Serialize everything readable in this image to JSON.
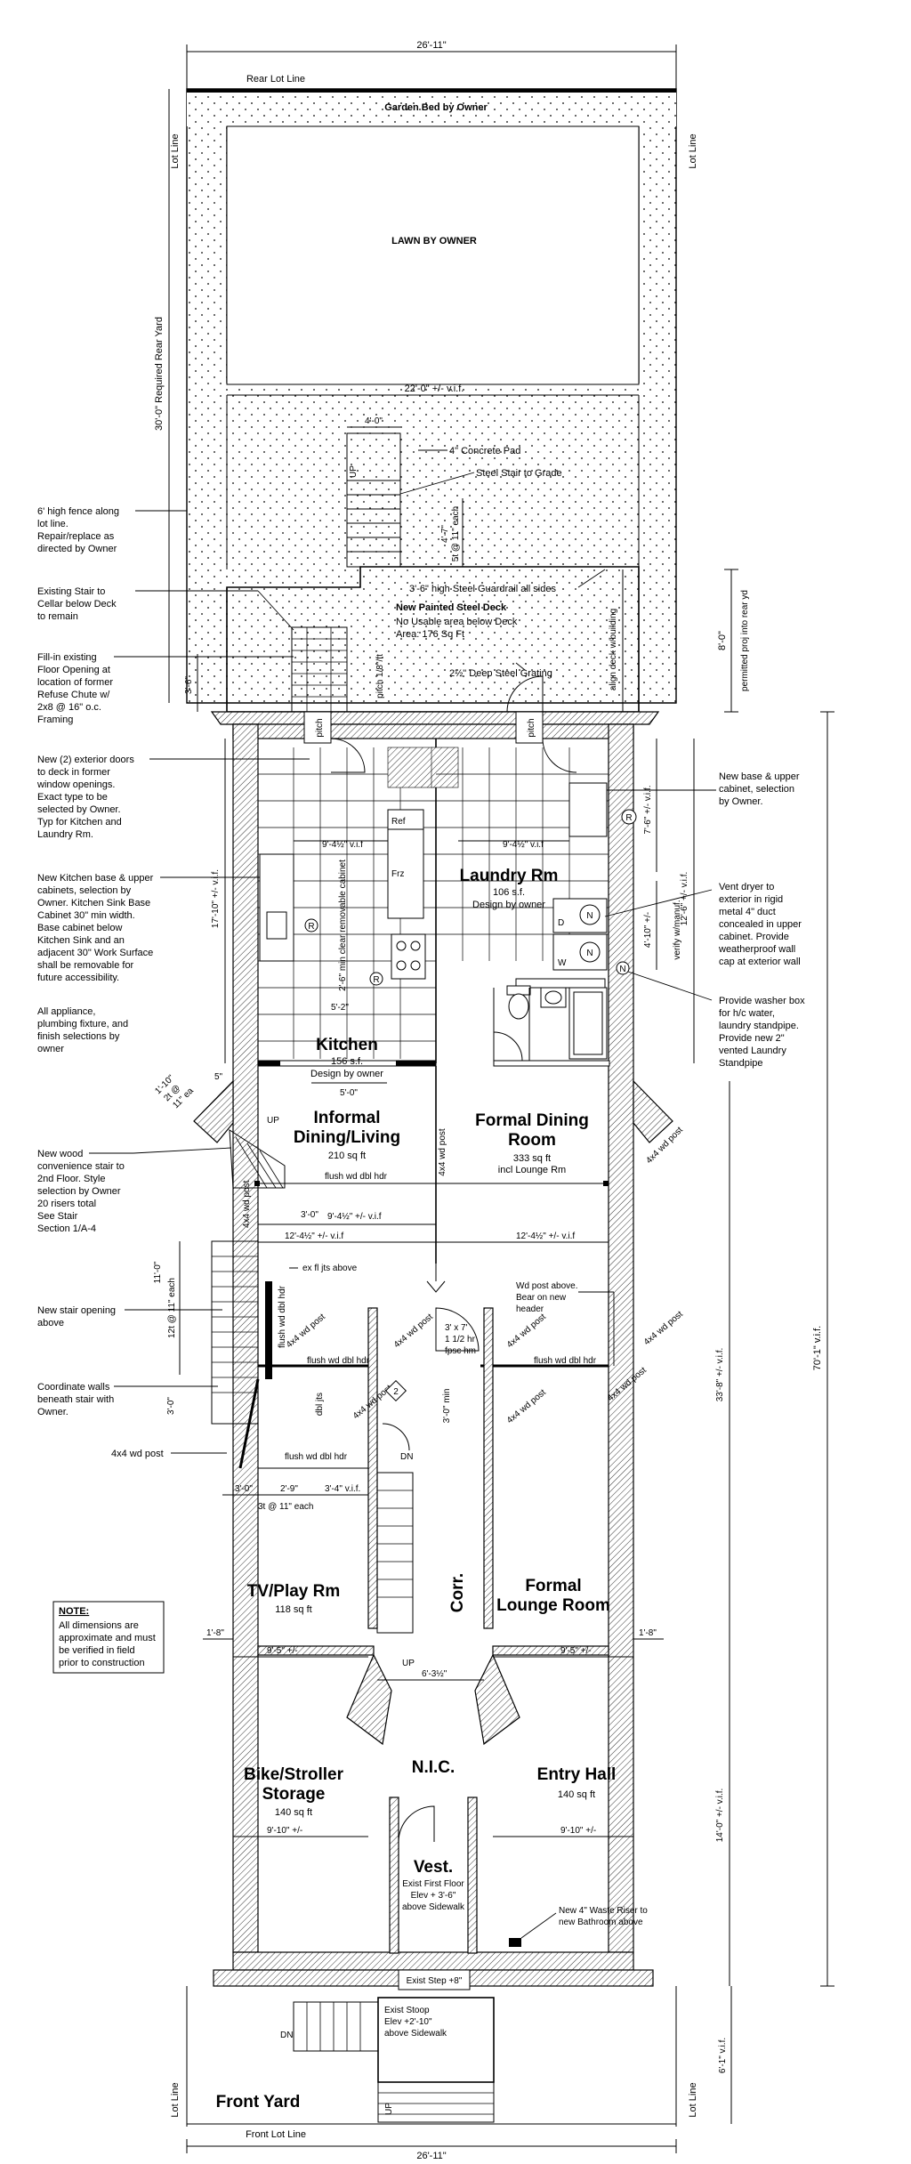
{
  "overall": {
    "width_top": "26'-11\"",
    "width_bottom": "26'-11\"",
    "rear_lot_line": "Rear Lot Line",
    "front_lot_line": "Front Lot Line",
    "lot_line": "Lot Line",
    "garden_bed": "Garden Bed by Owner",
    "lawn": "LAWN BY OWNER",
    "required_rear_yard": "30'-0\" Required Rear Yard",
    "total_depth": "70'-1\" v.i.f.",
    "deck_projection": "8'-0\"",
    "deck_projection_note": "permitted proj into rear yd",
    "front_yard_depth": "6'-1\" v.i.f.",
    "front_yard": "Front Yard"
  },
  "deck": {
    "width_dim": "22'-0\" +/- v.i.f.",
    "stair_width": "4'-0\"",
    "concrete_pad": "4\" Concrete Pad",
    "steel_stair": "Steel Stair to Grade",
    "stair_rise": "4'-7\"",
    "stair_treads": "5t @ 11\" each",
    "up": "UP",
    "guardrail": "3'-6\" high Steel Guardrail all sides",
    "title": "New Painted Steel Deck",
    "no_usable": "No Usable area below Deck",
    "area": "Area: 176 Sq Ft",
    "pitch_ft": "pitch 1/8\"/ft",
    "grating": "2½\" Deep Steel Grating",
    "align_deck": "align deck w/building",
    "left_dim": "3'-6\""
  },
  "left_notes": {
    "fence": [
      "6' high fence along",
      "lot line.",
      "Repair/replace as",
      "directed by Owner"
    ],
    "existing_stair": [
      "Existing Stair to",
      "Cellar below Deck",
      "to remain"
    ],
    "fill_in": [
      "Fill-in existing",
      "Floor Opening at",
      "location of former",
      "Refuse Chute w/",
      "2x8 @ 16\" o.c.",
      "Framing"
    ],
    "new_doors": [
      "New (2) exterior doors",
      "to deck in former",
      "window openings.",
      "Exact type to be",
      "selected by Owner.",
      "Typ for Kitchen and",
      "Laundry Rm."
    ],
    "kitchen_cabinets": [
      "New Kitchen base & upper",
      "cabinets, selection by",
      "Owner. Kitchen Sink Base",
      "Cabinet 30\" min width.",
      "Base cabinet below",
      "Kitchen Sink and an",
      "adjacent 30\" Work Surface",
      "shall be removable for",
      "future accessibility."
    ],
    "appliance": [
      "All appliance,",
      "plumbing fixture, and",
      "finish selections by",
      "owner"
    ],
    "wood_stair": [
      "New wood",
      "convenience stair to",
      "2nd Floor. Style",
      "selection by Owner",
      "20 risers total",
      "See Stair",
      "Section 1/A-4"
    ],
    "stair_opening": [
      "New stair opening",
      "above"
    ],
    "coordinate": [
      "Coordinate walls",
      "beneath stair with",
      "Owner."
    ],
    "post": "4x4 wd post",
    "note_title": "NOTE:",
    "note_body": [
      "All dimensions are",
      "approximate and must",
      "be verified in field",
      "prior to construction"
    ]
  },
  "right_notes": {
    "base_upper": [
      "New base & upper",
      "cabinet, selection",
      "by Owner."
    ],
    "vent_dryer": [
      "Vent dryer to",
      "exterior in rigid",
      "metal 4\" duct",
      "concealed in upper",
      "cabinet. Provide",
      "weatherproof wall",
      "cap at exterior wall"
    ],
    "washer_box": [
      "Provide washer box",
      "for h/c water,",
      "laundry standpipe.",
      "Provide new 2\"",
      "vented Laundry",
      "Standpipe"
    ],
    "dim_7_6": "7'-6\" +/- v.i.f.",
    "dim_12_6": "12'-6\" +/- v.i.f.",
    "dim_4_10": "4'-10\" +/-",
    "verify": "verify w/manuf.",
    "dim_33_8": "33'-8\" +/- v.i.f.",
    "dim_14_0": "14'-0\" +/- v.i.f."
  },
  "rooms": {
    "kitchen": {
      "name": "Kitchen",
      "area": "156 s.f.",
      "note": "Design by owner"
    },
    "laundry": {
      "name": "Laundry Rm",
      "area": "106 s.f.",
      "note": "Design by owner"
    },
    "informal": {
      "name1": "Informal",
      "name2": "Dining/Living",
      "area": "210 sq ft"
    },
    "formal_dining": {
      "name1": "Formal Dining",
      "name2": "Room",
      "area": "333 sq ft",
      "incl": "incl Lounge Rm"
    },
    "tv": {
      "name": "TV/Play Rm",
      "area": "118 sq ft"
    },
    "corr": "Corr.",
    "lounge": {
      "name1": "Formal",
      "name2": "Lounge Room"
    },
    "bike": {
      "name1": "Bike/Stroller",
      "name2": "Storage",
      "area": "140 sq ft"
    },
    "nic": "N.I.C.",
    "entry": {
      "name": "Entry Hall",
      "area": "140 sq ft"
    },
    "vest": {
      "name": "Vest.",
      "note": [
        "Exist First Floor",
        "Elev + 3'-6\"",
        "above Sidewalk"
      ]
    }
  },
  "fixtures": {
    "ref": "Ref",
    "frz": "Frz",
    "r": "R",
    "n": "N",
    "d": "D",
    "w": "W",
    "pitch": "pitch",
    "min_clear": "2'-6\" min clear removable cabinet",
    "kitchen_dim": "9'-4½\" v.i.f",
    "laundry_dim": "9'-4½\" v.i.f",
    "dim_5_2": "5'-2\"",
    "dim_5_0": "5'-0\"",
    "dim_17_10": "17'-10\" +/- v.i.f.",
    "dim_5": "5\"",
    "stair_side": [
      "1'-10\"",
      "2t @",
      "11\" ea"
    ]
  },
  "middle": {
    "up": "UP",
    "flush_hdr": "flush wd dbl hdr",
    "post": "4x4 wd post",
    "dim_3_0": "3'-0\"",
    "dim_9_4": "9'-4½\" +/- v.i.f",
    "dim_12_4_left": "12'-4½\" +/- v.i.f",
    "dim_12_4_right": "12'-4½\" +/- v.i.f",
    "dim_11_0": "11'-0\"",
    "stair_treads": "12t @ 11\" each",
    "ex_fl_jts": "ex fl jts above",
    "wd_post_above": [
      "Wd post above.",
      "Bear on new",
      "header"
    ],
    "fpsc": [
      "3' x 7'",
      "1 1/2 hr",
      "fpsc hm"
    ],
    "dim_3_0_left": "3'-0\"",
    "dim_3_0_min": "3'-0\" min",
    "dbl_jts": "dbl jts",
    "dn": "DN",
    "treads_bottom": "3t @ 11\" each",
    "dim_3_0b": "3'-0\"",
    "dim_2_9": "2'-9\"",
    "dim_3_4": "3'-4\" v.i.f.",
    "dim_1_8_left": "1'-8\"",
    "dim_1_8_right": "1'-8\"",
    "dim_9_5_left": "9'-5\" +/-",
    "dim_9_5_right": "9'-5\" +/-",
    "dim_6_3": "6'-3½\"",
    "up2": "UP",
    "dim_9_10_left": "9'-10\" +/-",
    "dim_9_10_right": "9'-10\" +/-",
    "waste_riser": [
      "New 4\" Waste Riser to",
      "new Bathroom above"
    ],
    "exist_step": "Exist Step +8\"",
    "dn2": "DN",
    "exist_stoop": [
      "Exist Stoop",
      "Elev +2'-10\"",
      "above Sidewalk"
    ],
    "up3": "UP",
    "two": "2"
  }
}
